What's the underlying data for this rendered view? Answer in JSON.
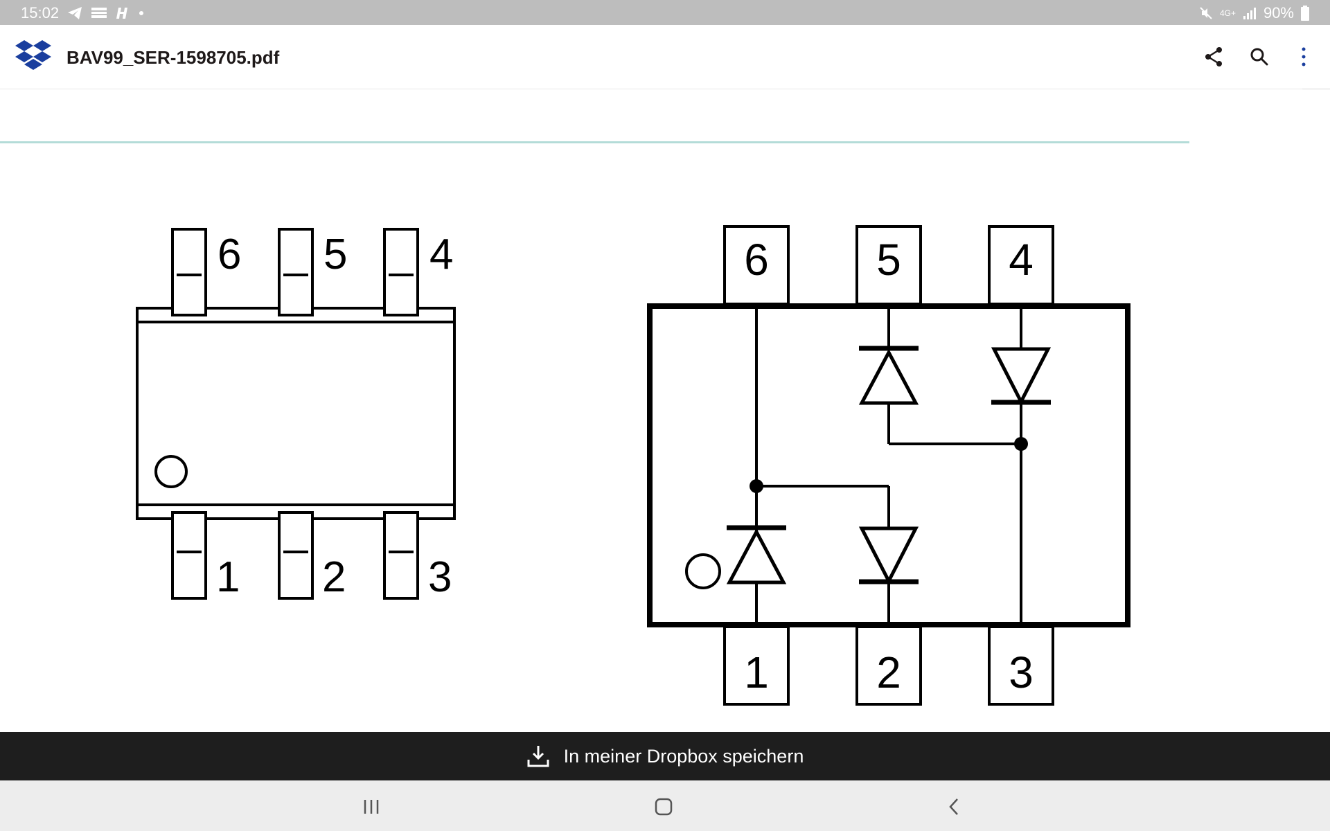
{
  "status_bar": {
    "time": "15:02",
    "network": "4G+",
    "battery": "90%",
    "left_icons": [
      "telegram-icon",
      "bank-icon",
      "h-app-icon",
      "dot-icon"
    ],
    "right_icons": [
      "mute-icon",
      "network-type-icon",
      "signal-icon",
      "battery-icon"
    ]
  },
  "app_bar": {
    "document_title": "BAV99_SER-1598705.pdf",
    "logo_icon": "dropbox-icon",
    "actions": [
      "share-icon",
      "search-icon",
      "more-vertical-icon"
    ]
  },
  "document": {
    "package_diagram": {
      "top_pins": [
        "6",
        "5",
        "4"
      ],
      "bottom_pins": [
        "1",
        "2",
        "3"
      ]
    },
    "schematic_diagram": {
      "top_pins": [
        "6",
        "5",
        "4"
      ],
      "bottom_pins": [
        "1",
        "2",
        "3"
      ]
    }
  },
  "save_bar": {
    "label": "In meiner Dropbox speichern",
    "icon": "download-icon"
  },
  "nav_bar": {
    "buttons": [
      "recents-icon",
      "home-icon",
      "back-icon"
    ]
  },
  "colors": {
    "status_bar_bg": "#bdbdbd",
    "dropbox_blue": "#0061fe",
    "save_bar_bg": "#1e1e1e",
    "rule_line": "#b4dcd8",
    "nav_bar_bg": "#ededed"
  }
}
